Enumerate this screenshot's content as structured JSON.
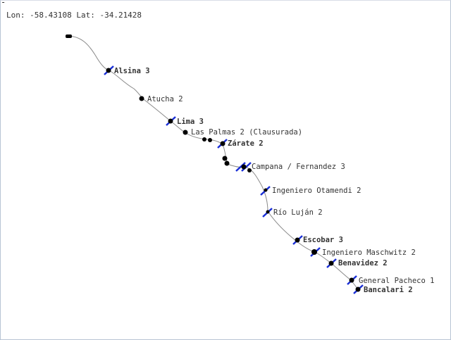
{
  "header": {
    "corner_mark": "-",
    "coordinates": "Lon: -58.43108 Lat: -34.21428"
  },
  "colors": {
    "route": "#8a8a8a",
    "node": "#000000",
    "crossing": "#1a2fd6",
    "label": "#333333"
  },
  "stations": [
    {
      "id": "alsina",
      "name": "Alsina",
      "count": "3",
      "bold": true,
      "symbol": "crossing"
    },
    {
      "id": "atucha",
      "name": "Atucha",
      "count": "2",
      "bold": false,
      "symbol": "dot"
    },
    {
      "id": "lima",
      "name": "Lima",
      "count": "3",
      "bold": true,
      "symbol": "crossing"
    },
    {
      "id": "las-palmas",
      "name": "Las Palmas",
      "count": "2",
      "suffix": "(Clausurada)",
      "bold": false,
      "symbol": "dot"
    },
    {
      "id": "zarate",
      "name": "Zárate",
      "count": "2",
      "bold": true,
      "symbol": "crossing"
    },
    {
      "id": "campana",
      "name": "Campana / Fernandez",
      "count": "3",
      "bold": false,
      "symbol": "crossing"
    },
    {
      "id": "otamendi",
      "name": "Ingeniero Otamendi",
      "count": "2",
      "bold": false,
      "symbol": "crossing"
    },
    {
      "id": "rio-lujan",
      "name": "Río Luján",
      "count": "2",
      "bold": false,
      "symbol": "crossing"
    },
    {
      "id": "escobar",
      "name": "Escobar",
      "count": "3",
      "bold": true,
      "symbol": "crossing"
    },
    {
      "id": "maschwitz",
      "name": "Ingeniero Maschwitz",
      "count": "2",
      "bold": false,
      "symbol": "crossing"
    },
    {
      "id": "benavidez",
      "name": "Benavidez",
      "count": "2",
      "bold": true,
      "symbol": "crossing"
    },
    {
      "id": "pacheco",
      "name": "General Pacheco",
      "count": "1",
      "bold": false,
      "symbol": "crossing"
    },
    {
      "id": "bancalari",
      "name": "Bancalari",
      "count": "2",
      "bold": true,
      "symbol": "crossing"
    }
  ]
}
